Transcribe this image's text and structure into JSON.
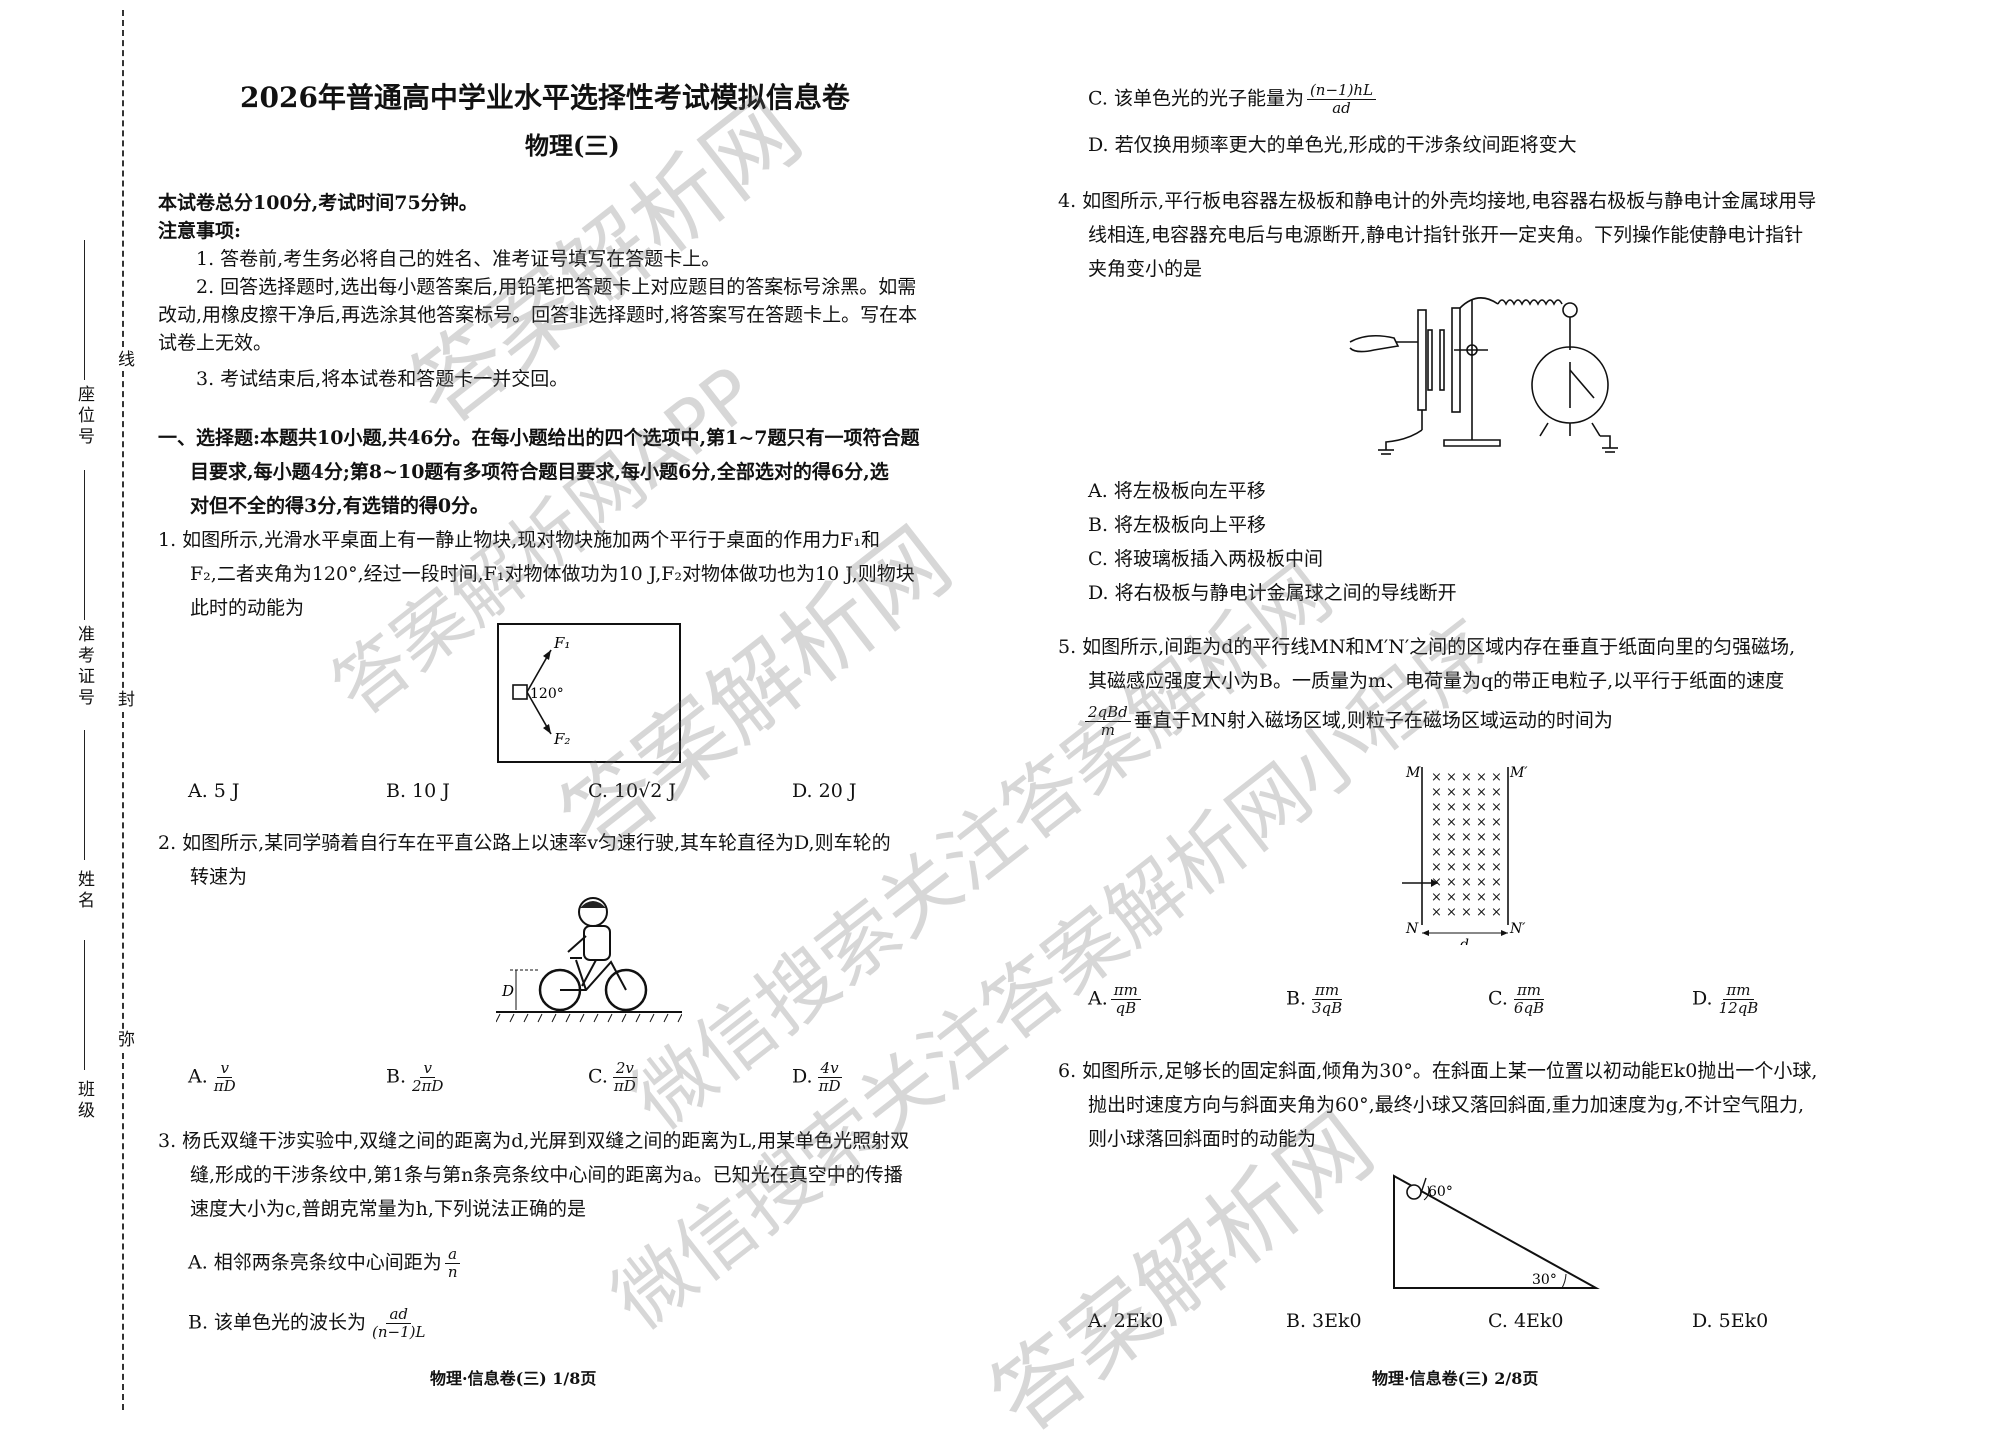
{
  "header": {
    "title": "2026年普通高中学业水平选择性考试模拟信息卷",
    "subtitle": "物理(三)"
  },
  "instructions": {
    "total": "本试卷总分100分,考试时间75分钟。",
    "note_title": "注意事项:",
    "n1": "1. 答卷前,考生务必将自己的姓名、准考证号填写在答题卡上。",
    "n2a": "2. 回答选择题时,选出每小题答案后,用铅笔把答题卡上对应题目的答案标号涂黑。如需",
    "n2b": "改动,用橡皮擦干净后,再选涂其他答案标号。回答非选择题时,将答案写在答题卡上。写在本",
    "n2c": "试卷上无效。",
    "n3": "3. 考试结束后,将本试卷和答题卡一并交回。"
  },
  "section1": {
    "l1": "一、选择题:本题共10小题,共46分。在每小题给出的四个选项中,第1~7题只有一项符合题",
    "l2": "目要求,每小题4分;第8~10题有多项符合题目要求,每小题6分,全部选对的得6分,选",
    "l3": "对但不全的得3分,有选错的得0分。"
  },
  "sidebar": {
    "seat": "座位号",
    "exam_no": "准考证号",
    "name": "姓名",
    "class": "班级",
    "line": "线",
    "seal": "封",
    "bind": "弥"
  },
  "q1": {
    "l1": "1. 如图所示,光滑水平桌面上有一静止物块,现对物块施加两个平行于桌面的作用力F₁和",
    "l2": "F₂,二者夹角为120°,经过一段时间,F₁对物体做功为10 J,F₂对物体做功也为10 J,则物块",
    "l3": "此时的动能为",
    "fig_f1": "F₁",
    "fig_f2": "F₂",
    "fig_angle": "120°",
    "opts": [
      "A. 5 J",
      "B. 10 J",
      "C. 10√2 J",
      "D. 20 J"
    ]
  },
  "q2": {
    "l1": "2. 如图所示,某同学骑着自行车在平直公路上以速率v匀速行驶,其车轮直径为D,则车轮的",
    "l2": "转速为",
    "fig_d": "D",
    "opt_letters": [
      "A.",
      "B.",
      "C.",
      "D."
    ],
    "opt_num": [
      "v",
      "v",
      "2v",
      "4v"
    ],
    "opt_den": [
      "πD",
      "2πD",
      "πD",
      "πD"
    ]
  },
  "q3": {
    "l1": "3. 杨氏双缝干涉实验中,双缝之间的距离为d,光屏到双缝之间的距离为L,用某单色光照射双",
    "l2": "缝,形成的干涉条纹中,第1条与第n条亮条纹中心间的距离为a。已知光在真空中的传播",
    "l3": "速度大小为c,普朗克常量为h,下列说法正确的是",
    "a_text": "A. 相邻两条亮条纹中心间距为",
    "a_num": "a",
    "a_den": "n",
    "b_text": "B. 该单色光的波长为",
    "b_num": "ad",
    "b_den": "(n−1)L",
    "c_text": "C. 该单色光的光子能量为",
    "c_num": "(n−1)hL",
    "c_den": "ad",
    "d_text": "D. 若仅换用频率更大的单色光,形成的干涉条纹间距将变大"
  },
  "q4": {
    "l1": "4. 如图所示,平行板电容器左极板和静电计的外壳均接地,电容器右极板与静电计金属球用导",
    "l2": "线相连,电容器充电后与电源断开,静电计指针张开一定夹角。下列操作能使静电计指针",
    "l3": "夹角变小的是",
    "opts": [
      "A. 将左极板向左平移",
      "B. 将左极板向上平移",
      "C. 将玻璃板插入两极板中间",
      "D. 将右极板与静电计金属球之间的导线断开"
    ]
  },
  "q5": {
    "l1": "5. 如图所示,间距为d的平行线MN和M′N′之间的区域内存在垂直于纸面向里的匀强磁场,",
    "l2": "其磁感应强度大小为B。一质量为m、电荷量为q的带正电粒子,以平行于纸面的速度",
    "l3_num": "2qBd",
    "l3_den": "m",
    "l3_text": "垂直于MN射入磁场区域,则粒子在磁场区域运动的时间为",
    "fig_m": "M",
    "fig_m2": "M′",
    "fig_n": "N",
    "fig_n2": "N′",
    "fig_d": "d",
    "opt_letters": [
      "A.",
      "B.",
      "C.",
      "D."
    ],
    "opt_num": [
      "πm",
      "πm",
      "πm",
      "πm"
    ],
    "opt_den": [
      "qB",
      "3qB",
      "6qB",
      "12qB"
    ]
  },
  "q6": {
    "l1": "6. 如图所示,足够长的固定斜面,倾角为30°。在斜面上某一位置以初动能Ek0抛出一个小球,",
    "l2": "抛出时速度方向与斜面夹角为60°,最终小球又落回斜面,重力加速度为g,不计空气阻力,",
    "l3": "则小球落回斜面时的动能为",
    "fig_60": "60°",
    "fig_30": "30°",
    "opts": [
      "A. 2Ek0",
      "B. 3Ek0",
      "C. 4Ek0",
      "D. 5Ek0"
    ]
  },
  "footer": {
    "left": "物理·信息卷(三)  1/8页",
    "right": "物理·信息卷(三)  2/8页"
  },
  "watermarks": [
    "答案解析网",
    "答案解析网APP",
    "答案解析网",
    "微信搜索关注答案解析网",
    "微信搜索关注答案解析网小程序",
    "答案解析网"
  ]
}
